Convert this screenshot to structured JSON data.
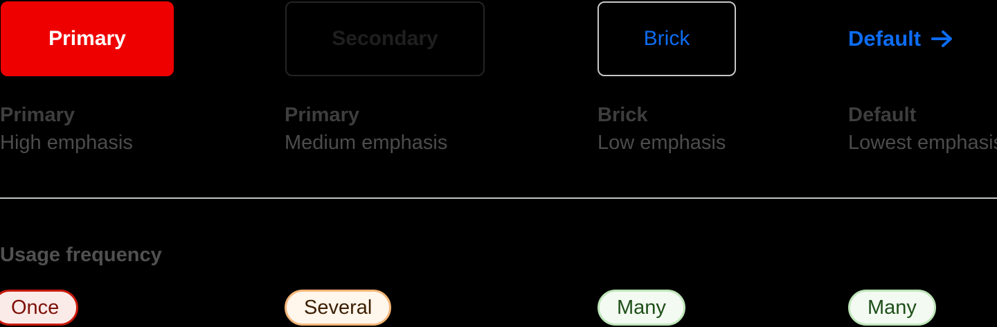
{
  "columns": [
    {
      "button": {
        "label": "Primary",
        "variant": "primary"
      },
      "caption": {
        "title": "Primary",
        "description": "High emphasis"
      },
      "frequency": {
        "label": "Once",
        "variant": "red"
      }
    },
    {
      "button": {
        "label": "Secondary",
        "variant": "secondary"
      },
      "caption": {
        "title": "Primary",
        "description": "Medium emphasis"
      },
      "frequency": {
        "label": "Several",
        "variant": "orange"
      }
    },
    {
      "button": {
        "label": "Brick",
        "variant": "brick"
      },
      "caption": {
        "title": "Brick",
        "description": "Low emphasis"
      },
      "frequency": {
        "label": "Many",
        "variant": "green"
      }
    },
    {
      "button": {
        "label": "Default",
        "variant": "link",
        "icon": "arrow-right"
      },
      "caption": {
        "title": "Default",
        "description": "Lowest emphasis"
      },
      "frequency": {
        "label": "Many",
        "variant": "green"
      }
    }
  ],
  "usage_section": {
    "label": "Usage frequency"
  },
  "colors": {
    "background": "#000000",
    "primary_red": "#ee0000",
    "link_blue": "#0d6cf2",
    "secondary_border": "#242424",
    "brick_border": "#c7c7c7",
    "divider": "#c2c5c7",
    "pill_red_bg": "#faeae8",
    "pill_red_border": "#c9190b",
    "pill_red_text": "#7d1007",
    "pill_orange_bg": "#fff6ec",
    "pill_orange_border": "#f4b678",
    "pill_orange_text": "#3b1f00",
    "pill_green_bg": "#f3faf2",
    "pill_green_border": "#bde5b8",
    "pill_green_text": "#1e4f18"
  }
}
